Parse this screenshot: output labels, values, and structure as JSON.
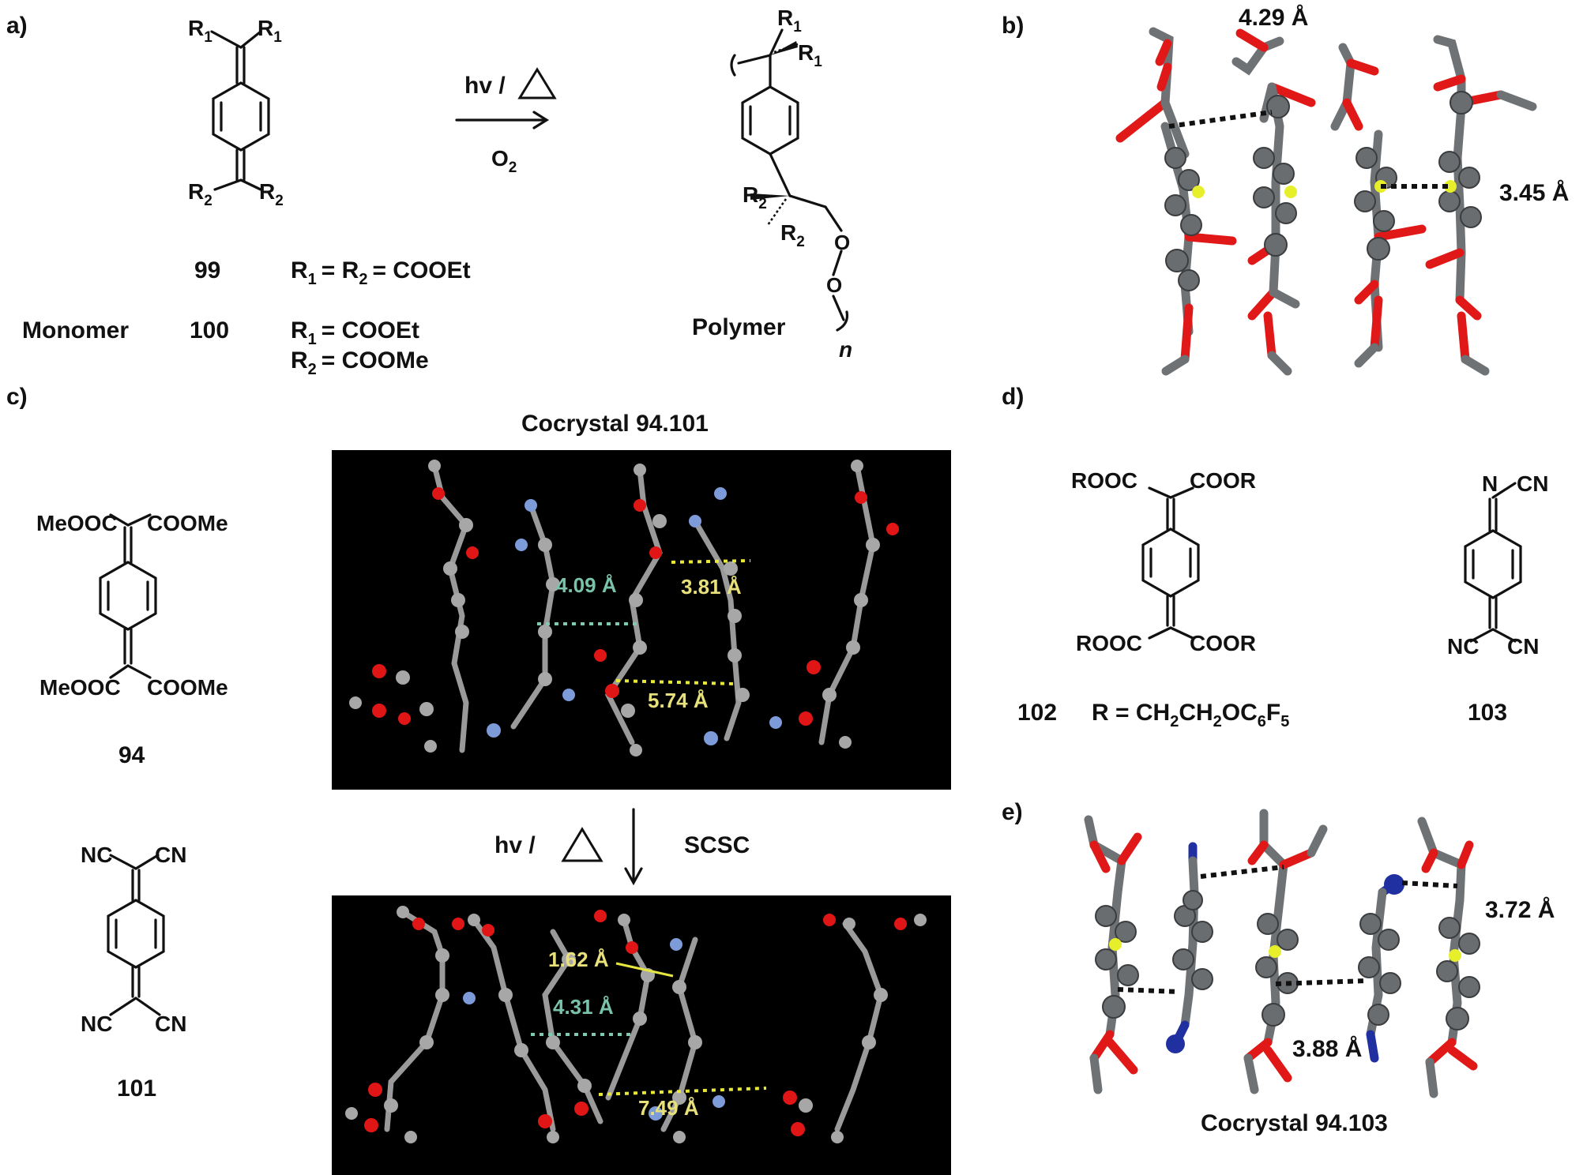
{
  "panels": {
    "a": "a)",
    "b": "b)",
    "c": "c)",
    "d": "d)",
    "e": "e)"
  },
  "panel_a": {
    "monomer_sub_r1": "1",
    "monomer_sub_r2": "2",
    "r": "R",
    "arrow_top": "hv /",
    "arrow_bottom": "O",
    "arrow_bottom_sub": "2",
    "num_99": "99",
    "num_100": "100",
    "eq_99": "R",
    "eq_99_rest": "= R",
    "eq_99_tail": "= COOEt",
    "eq_100a_tail": "= COOEt",
    "eq_100b_tail": "= COOMe",
    "monomer": "Monomer",
    "polymer": "Polymer",
    "n": "n",
    "o": "O"
  },
  "panel_b": {
    "dist1": "4.29 Å",
    "dist2": "3.45 Å"
  },
  "panel_c": {
    "title_top": "Cocrystal 94.101",
    "meooc_top": "MeOOC",
    "coome_top": "COOMe",
    "meooc_bot": "MeOOC",
    "coome_bot": "COOMe",
    "num_94": "94",
    "nc": "NC",
    "cn": "CN",
    "num_101": "101",
    "arrow_left": "hv /",
    "arrow_right": "SCSC",
    "top_d1": "4.09 Å",
    "top_d2": "3.81 Å",
    "top_d3": "5.74 Å",
    "bot_d1": "1.62 Å",
    "bot_d2": "4.31 Å",
    "bot_d3": "7.49 Å"
  },
  "panel_d": {
    "rooc": "ROOC",
    "coor": "COOR",
    "num_102": "102",
    "r_eq": "R = CH",
    "r_eq_2": "CH",
    "r_eq_3": "OC",
    "r_sub_2a": "2",
    "r_sub_2b": "2",
    "r_sub_6": "6",
    "r_sub_5": "F",
    "r_sub_5n": "5",
    "n_cn": "N",
    "cn": "CN",
    "nc": "NC",
    "num_103": "103"
  },
  "panel_e": {
    "dist1": "3.72 Å",
    "dist2": "3.88 Å",
    "title": "Cocrystal 94.103"
  }
}
